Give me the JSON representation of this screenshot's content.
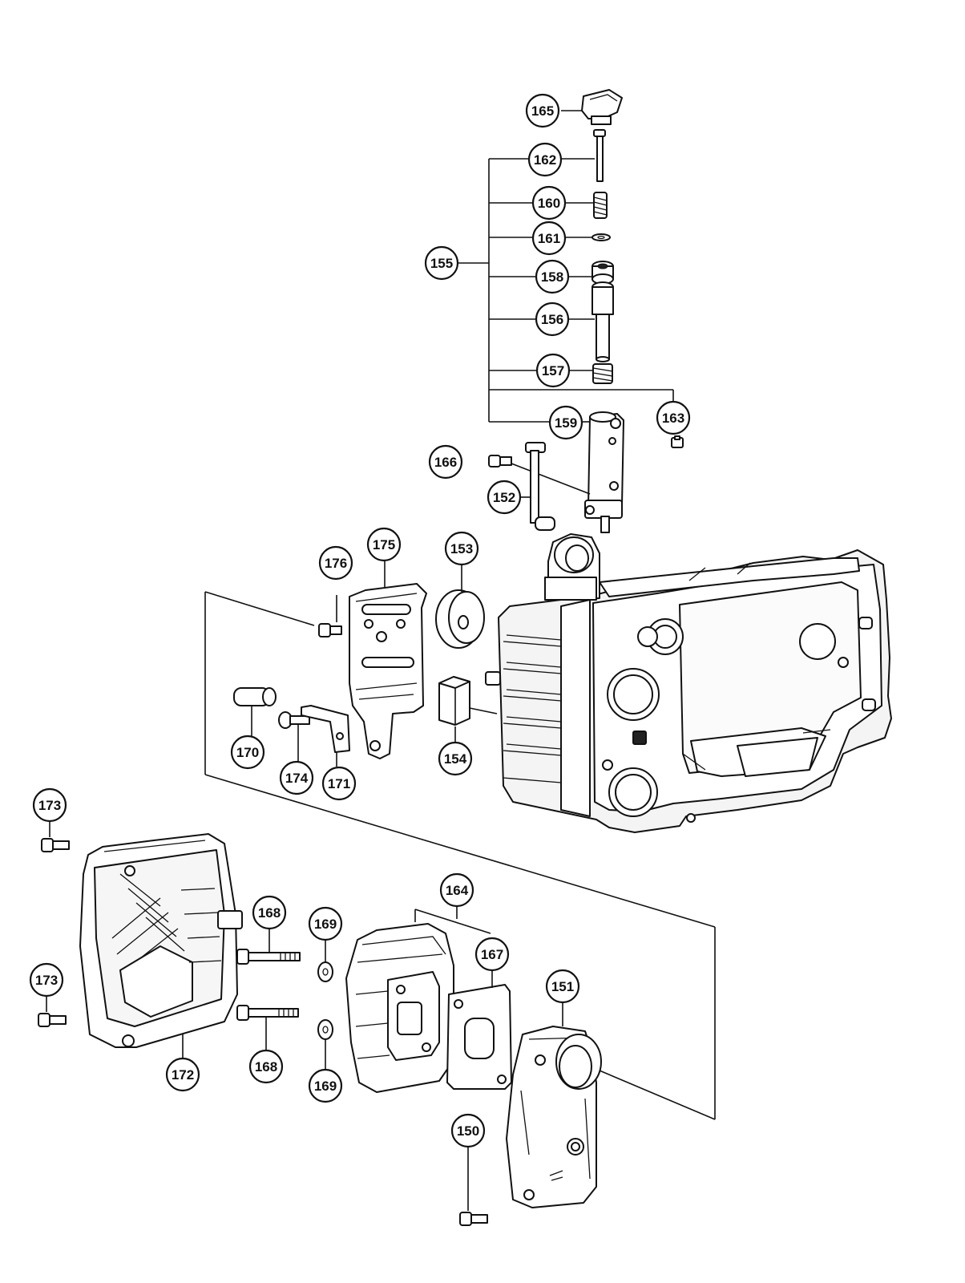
{
  "labels": {
    "p150": "150",
    "p151": "151",
    "p152": "152",
    "p153": "153",
    "p154": "154",
    "p155": "155",
    "p156": "156",
    "p157": "157",
    "p158": "158",
    "p159": "159",
    "p160": "160",
    "p161": "161",
    "p162": "162",
    "p163": "163",
    "p164": "164",
    "p165": "165",
    "p166": "166",
    "p167": "167",
    "p168a": "168",
    "p168b": "168",
    "p169a": "169",
    "p169b": "169",
    "p170": "170",
    "p171": "171",
    "p172": "172",
    "p173a": "173",
    "p173b": "173",
    "p174": "174",
    "p175": "175",
    "p176": "176"
  }
}
